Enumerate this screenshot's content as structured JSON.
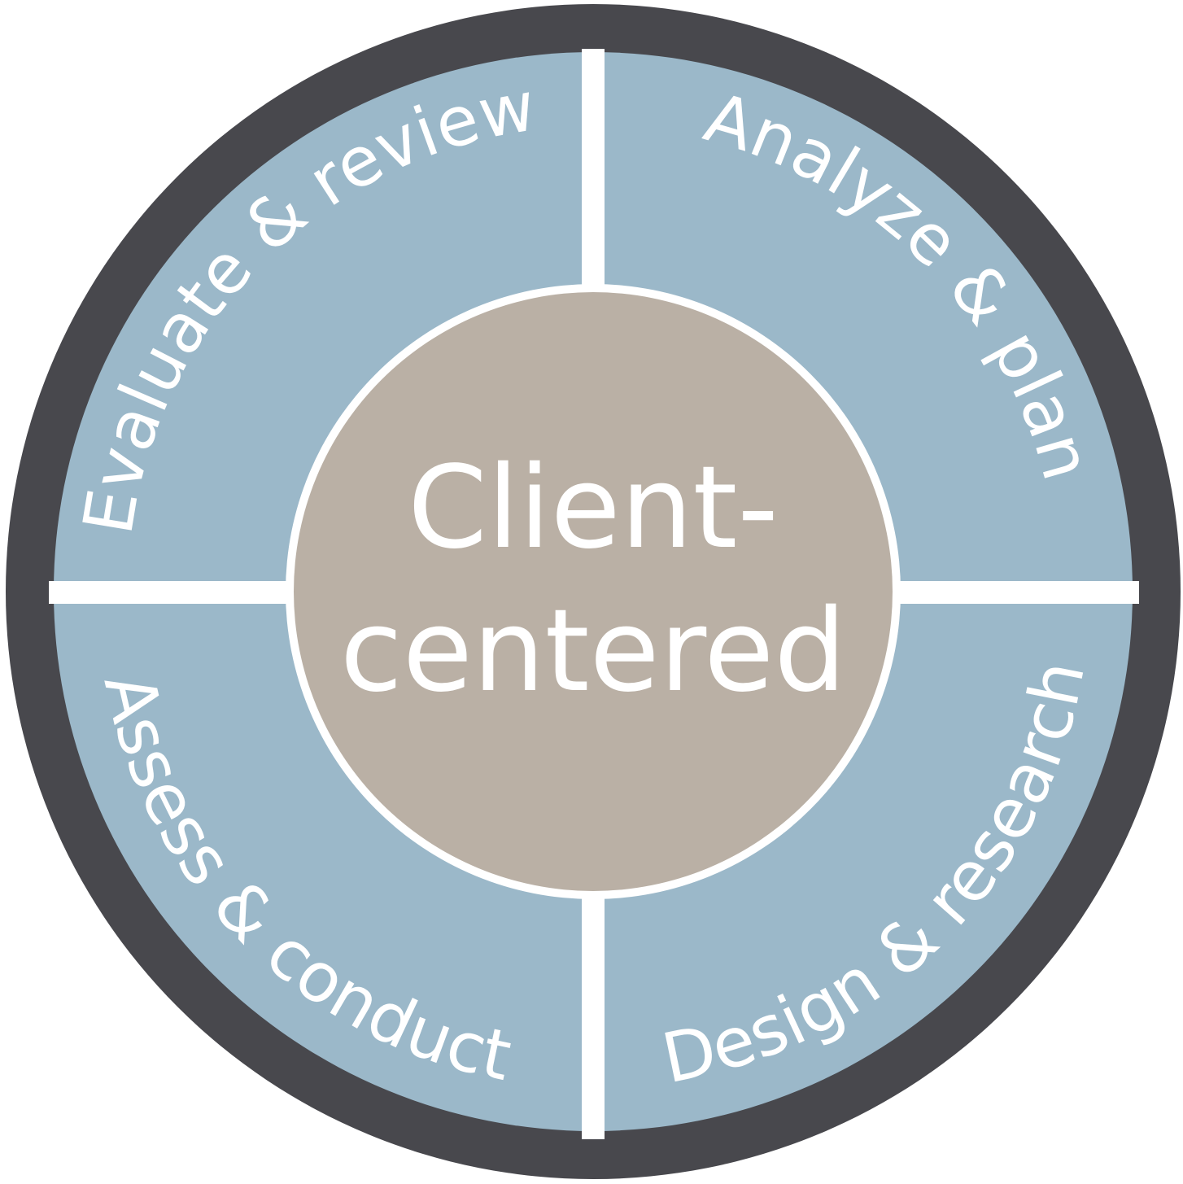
{
  "diagram": {
    "center": {
      "line1": "Client-",
      "line2": "centered"
    },
    "segments": {
      "top_left": "Evaluate & review",
      "top_right": "Analyze & plan",
      "bottom_right": "Design & research",
      "bottom_left": "Assess & conduct"
    }
  },
  "colors": {
    "outer_ring": "#48484d",
    "segment_fill": "#9bb8c9",
    "center_fill": "#bab0a5",
    "divider": "#ffffff",
    "text": "#ffffff"
  }
}
